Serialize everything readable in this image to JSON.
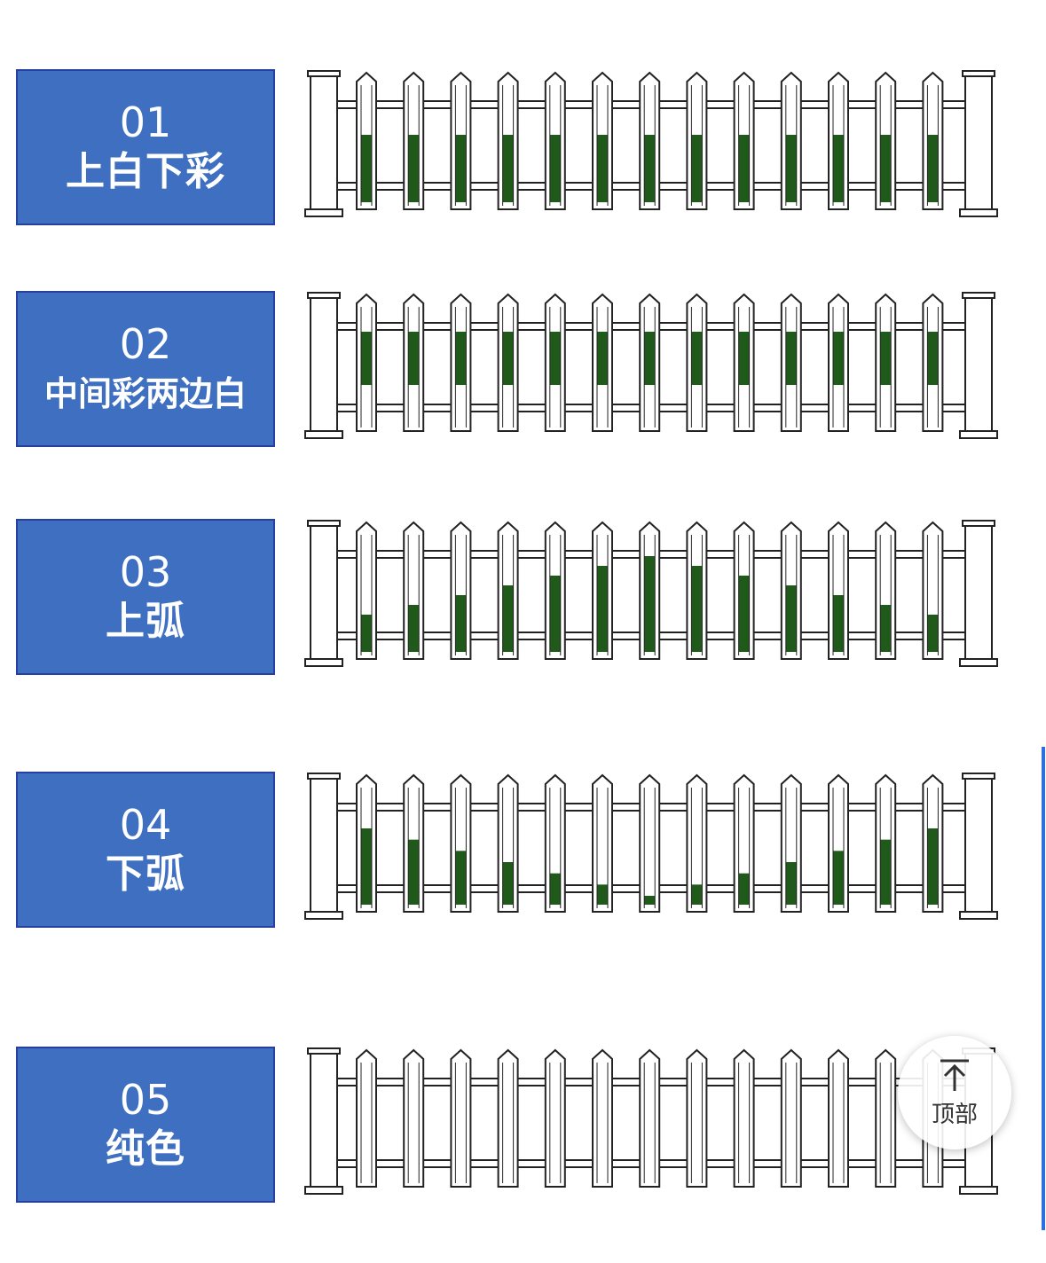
{
  "rows": [
    {
      "number": "01",
      "text": "上白下彩",
      "style": "bottom_colored"
    },
    {
      "number": "02",
      "text": "中间彩两边白",
      "style": "middle_colored"
    },
    {
      "number": "03",
      "text": "上弧",
      "style": "upper_arc"
    },
    {
      "number": "04",
      "text": "下弧",
      "style": "lower_arc"
    },
    {
      "number": "05",
      "text": "纯色",
      "style": "solid"
    }
  ],
  "back_to_top": {
    "label": "顶部",
    "icon": "arrow-up-to-top-icon"
  },
  "colors": {
    "card_fill": "#3e6fc0",
    "card_border": "#2540a0",
    "fence_green": "#1f5a1a",
    "fence_outline": "#222222",
    "accent_line": "#2d6fe0"
  }
}
